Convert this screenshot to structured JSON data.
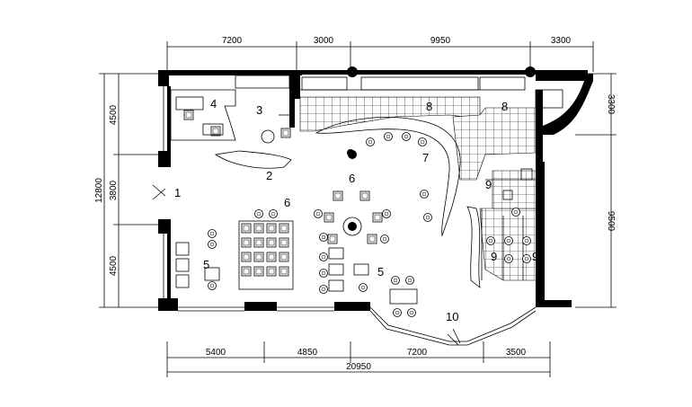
{
  "dimensions": {
    "top": [
      "7200",
      "3000",
      "9950",
      "3300"
    ],
    "bottom": [
      "5400",
      "4850",
      "7200",
      "3500"
    ],
    "bottom_total": "20950",
    "left": [
      "4500",
      "3800",
      "4500"
    ],
    "left_total": "12800",
    "right": [
      "3300",
      "9500"
    ]
  },
  "rooms": [
    "1",
    "2",
    "3",
    "4",
    "5",
    "6",
    "7",
    "8",
    "9",
    "10"
  ]
}
